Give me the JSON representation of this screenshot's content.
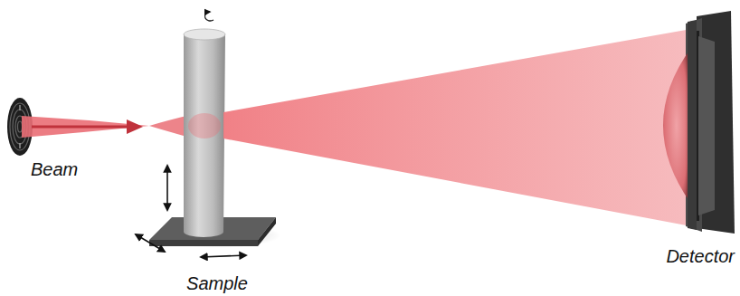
{
  "diagram": {
    "labels": [
      "Beam",
      "Sample",
      "Detector"
    ]
  }
}
